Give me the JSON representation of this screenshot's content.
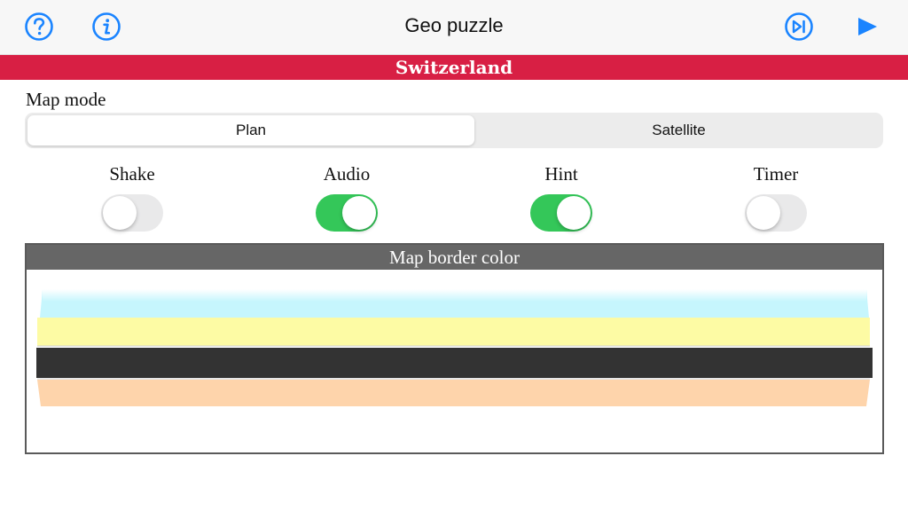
{
  "app": {
    "title": "Geo puzzle"
  },
  "nav": {
    "help_icon": "question-circle-icon",
    "info_icon": "info-circle-icon",
    "skip_icon": "skip-forward-icon",
    "play_icon": "play-icon"
  },
  "country": {
    "name": "Switzerland"
  },
  "map_mode": {
    "label": "Map mode",
    "options": [
      "Plan",
      "Satellite"
    ],
    "selected": "Plan"
  },
  "toggles": [
    {
      "label": "Shake",
      "on": false
    },
    {
      "label": "Audio",
      "on": true
    },
    {
      "label": "Hint",
      "on": true
    },
    {
      "label": "Timer",
      "on": false
    }
  ],
  "border_color": {
    "header": "Map border color",
    "options": [
      "#c6f6fd",
      "#fdfba4",
      "#333333",
      "#fed4ab"
    ],
    "selected": "#333333"
  },
  "colors": {
    "accent": "#1a84ff",
    "banner": "#d81f44",
    "switch_on": "#34c759",
    "switch_off": "#e9e9ea",
    "panel_header": "#666666"
  }
}
